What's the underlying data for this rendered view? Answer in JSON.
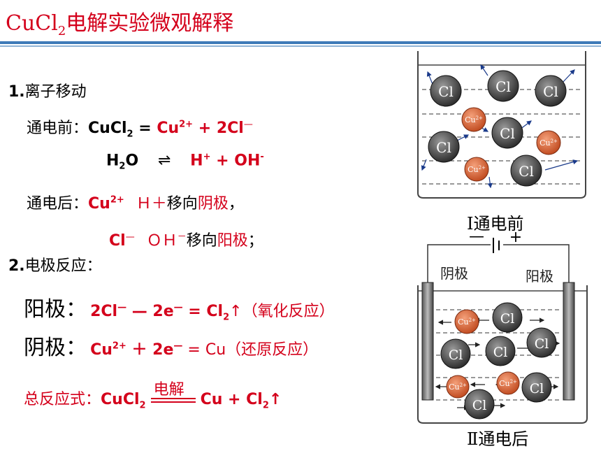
{
  "title": {
    "prefix": "CuCl",
    "sub": "2",
    "rest": "电解实验微观解释"
  },
  "section1": {
    "num": "1.",
    "label": "离子移动"
  },
  "before": {
    "label": "通电前：",
    "formula1": "CuCl",
    "sub2": "2",
    "eq": " = ",
    "cu": "Cu",
    "cu_sup": "2+",
    "plus": " + 2Cl",
    "cl_sup": "—"
  },
  "water": {
    "h": "H",
    "h_sub": "2",
    "o": "O",
    "arrow": "⇌",
    "hplus": "H",
    "hplus_sup": "+",
    "mid": " + OH",
    "oh_sup": "-"
  },
  "after": {
    "label": "通电后：",
    "cu": "Cu",
    "cu_sup": "2+",
    "h_text": "Ｈ＋",
    "move1": "移向",
    "cathode": "阴极",
    "comma": "，"
  },
  "after2": {
    "cl": "Cl",
    "cl_sup": "—",
    "oh_text": "ＯＨ",
    "oh_sup": "－",
    "move2": "移向",
    "anode": "阳极",
    "semi": "；"
  },
  "section2": {
    "num": "2.",
    "label": "电极反应："
  },
  "anode_rxn": {
    "label": "阳极：",
    "eq": "2Cl",
    "sup1": "—",
    "minus": " — 2e",
    "sup2": "—",
    "eq2": " = Cl",
    "sub": "2",
    "tail": "↑（氧化反应）"
  },
  "cathode_rxn": {
    "label": "阴极：",
    "cu": "Cu",
    "sup": "2+",
    "mid": " ＋ 2e",
    "sup2": "—",
    "tail": " = Cu（还原反应）"
  },
  "total": {
    "label": "总反应式：",
    "lhs": "CuCl",
    "sub": "2",
    "cond": "电解",
    "rhs": " Cu + Cl",
    "rhs_sub": "2",
    "rhs_tail": "↑"
  },
  "diagram1": {
    "caption": "Ⅰ通电前",
    "cl_label": "Cl",
    "cu_label": "Cu",
    "cu_sup": "2+"
  },
  "diagram2": {
    "caption": "Ⅱ通电后",
    "cathode_label": "阴极",
    "anode_label": "阳极",
    "minus": "—",
    "plus": "+",
    "cl_label": "Cl",
    "cu_label": "Cu",
    "cu_sup": "2+"
  },
  "colors": {
    "accent_red": "#d4001b",
    "rule_blue": "#3e7ab8",
    "cu_ion": "#d9693f",
    "cl_ion": "#3a3a3a"
  }
}
